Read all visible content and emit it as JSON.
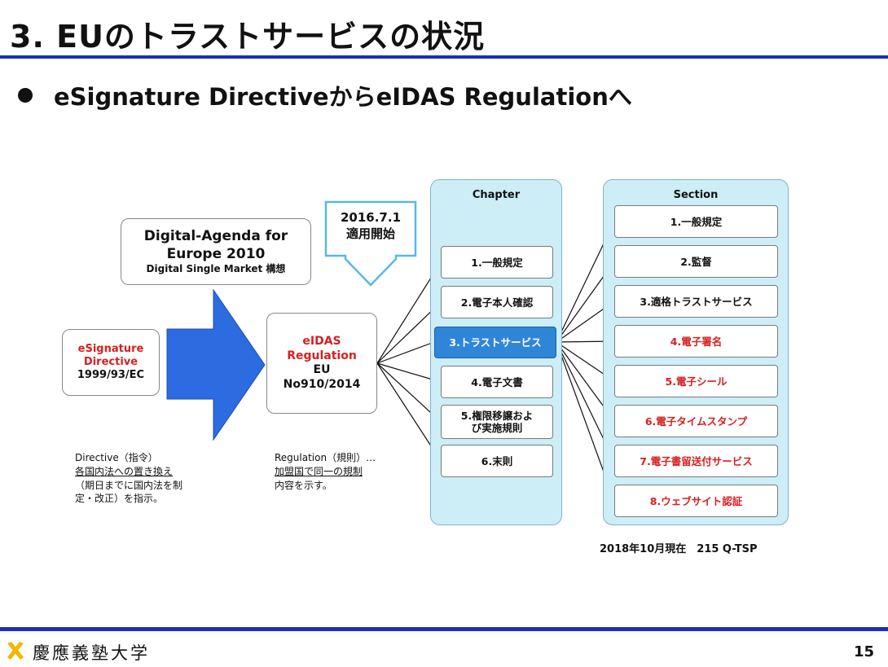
{
  "slide": {
    "title": "3. EUのトラストサービスの状況",
    "subtitle": "eSignature DirectiveからeIDAS Regulationへ",
    "page_number": "15",
    "university": "慶應義塾大学"
  },
  "diagram": {
    "agenda": {
      "line1": "Digital-Agenda for",
      "line2": "Europe 2010",
      "line3": "Digital Single Market 構想"
    },
    "esignature": {
      "line1": "eSignature",
      "line2": "Directive",
      "line3": "1999/93/EC"
    },
    "eidas": {
      "line1": "eIDAS",
      "line2": "Regulation",
      "line3": "EU",
      "line4": "No910/2014"
    },
    "date_callout": {
      "line1": "2016.7.1",
      "line2": "適用開始"
    },
    "directive_note": {
      "line1": "Directive（指令）",
      "line2": "各国内法への置き換え",
      "line3": "（期日までに国内法を制",
      "line4": "定・改正）を指示。"
    },
    "regulation_note": {
      "line1": "Regulation（規則）…",
      "line2": "加盟国で同一の規制",
      "line3": "内容を示す。"
    },
    "chapter": {
      "heading": "Chapter",
      "items": [
        "1.一般規定",
        "2.電子本人確認",
        "3.トラストサービス",
        "4.電子文書",
        "5.権限移譲およ",
        "び実施規則",
        "6.末則"
      ]
    },
    "section": {
      "heading": "Section",
      "items": [
        "1.一般規定",
        "2.監督",
        "3.適格トラストサービス",
        "4.電子署名",
        "5.電子シール",
        "6.電子タイムスタンプ",
        "7.電子書留送付サービス",
        "8.ウェブサイト認証"
      ]
    },
    "status_note": "2018年10月現在　215 Q-TSP"
  },
  "colors": {
    "accent_blue": "#1b2fb8",
    "arrow_blue": "#2c6be0",
    "highlight": "#2f86d9",
    "red_text": "#d62020",
    "panel_bg": "#cdeef7",
    "logo_yellow": "#f2b705"
  },
  "icons": {
    "logo": "keio-pen-cross-icon",
    "bullet": "bullet-dot-icon"
  }
}
